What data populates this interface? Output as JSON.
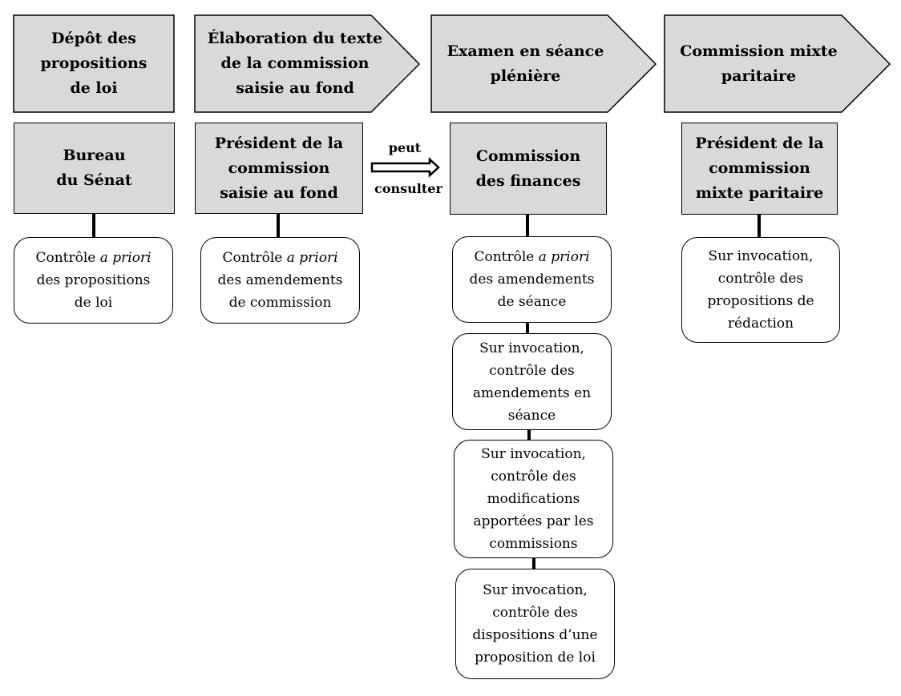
{
  "stages": [
    {
      "id": "depot",
      "label": "Dépôt des\npropositions\nde loi"
    },
    {
      "id": "elaboration",
      "label": "Élaboration du texte\nde la commission\nsaisie au fond"
    },
    {
      "id": "examen",
      "label": "Examen en séance\nplénière"
    },
    {
      "id": "cmp",
      "label": "Commission mixte\nparitaire"
    }
  ],
  "roles": [
    {
      "id": "bureau",
      "label": "Bureau\ndu Sénat"
    },
    {
      "id": "president-commission",
      "label": "Président de la\ncommission\nsaisie au fond"
    },
    {
      "id": "commission-finances",
      "label": "Commission\ndes finances"
    },
    {
      "id": "president-cmp",
      "label": "Président de la\ncommission\nmixte paritaire"
    }
  ],
  "arrow": {
    "line1": "peut",
    "line2": "consulter"
  },
  "controls": {
    "bureau": {
      "pre": "Contrôle ",
      "em": "a priori",
      "post": "\ndes propositions\nde loi"
    },
    "president_commission": {
      "pre": "Contrôle ",
      "em": "a priori",
      "post": "\ndes amendements\nde commission"
    },
    "finances_1": {
      "pre": "Contrôle ",
      "em": "a priori",
      "post": "\ndes amendements\nde séance"
    },
    "finances_2": {
      "text": "Sur invocation,\ncontrôle des\namendements en\nséance"
    },
    "finances_3": {
      "text": "Sur invocation,\ncontrôle des\nmodifications\napportées par les\ncommissions"
    },
    "finances_4": {
      "text": "Sur invocation,\ncontrôle des\ndispositions d’une\nproposition de loi"
    },
    "cmp": {
      "text": "Sur invocation,\ncontrôle des\npropositions de\nrédaction"
    }
  },
  "colors": {
    "stage_fill": "#d9d9d9",
    "role_fill": "#d9d9d9",
    "border": "#000000"
  }
}
